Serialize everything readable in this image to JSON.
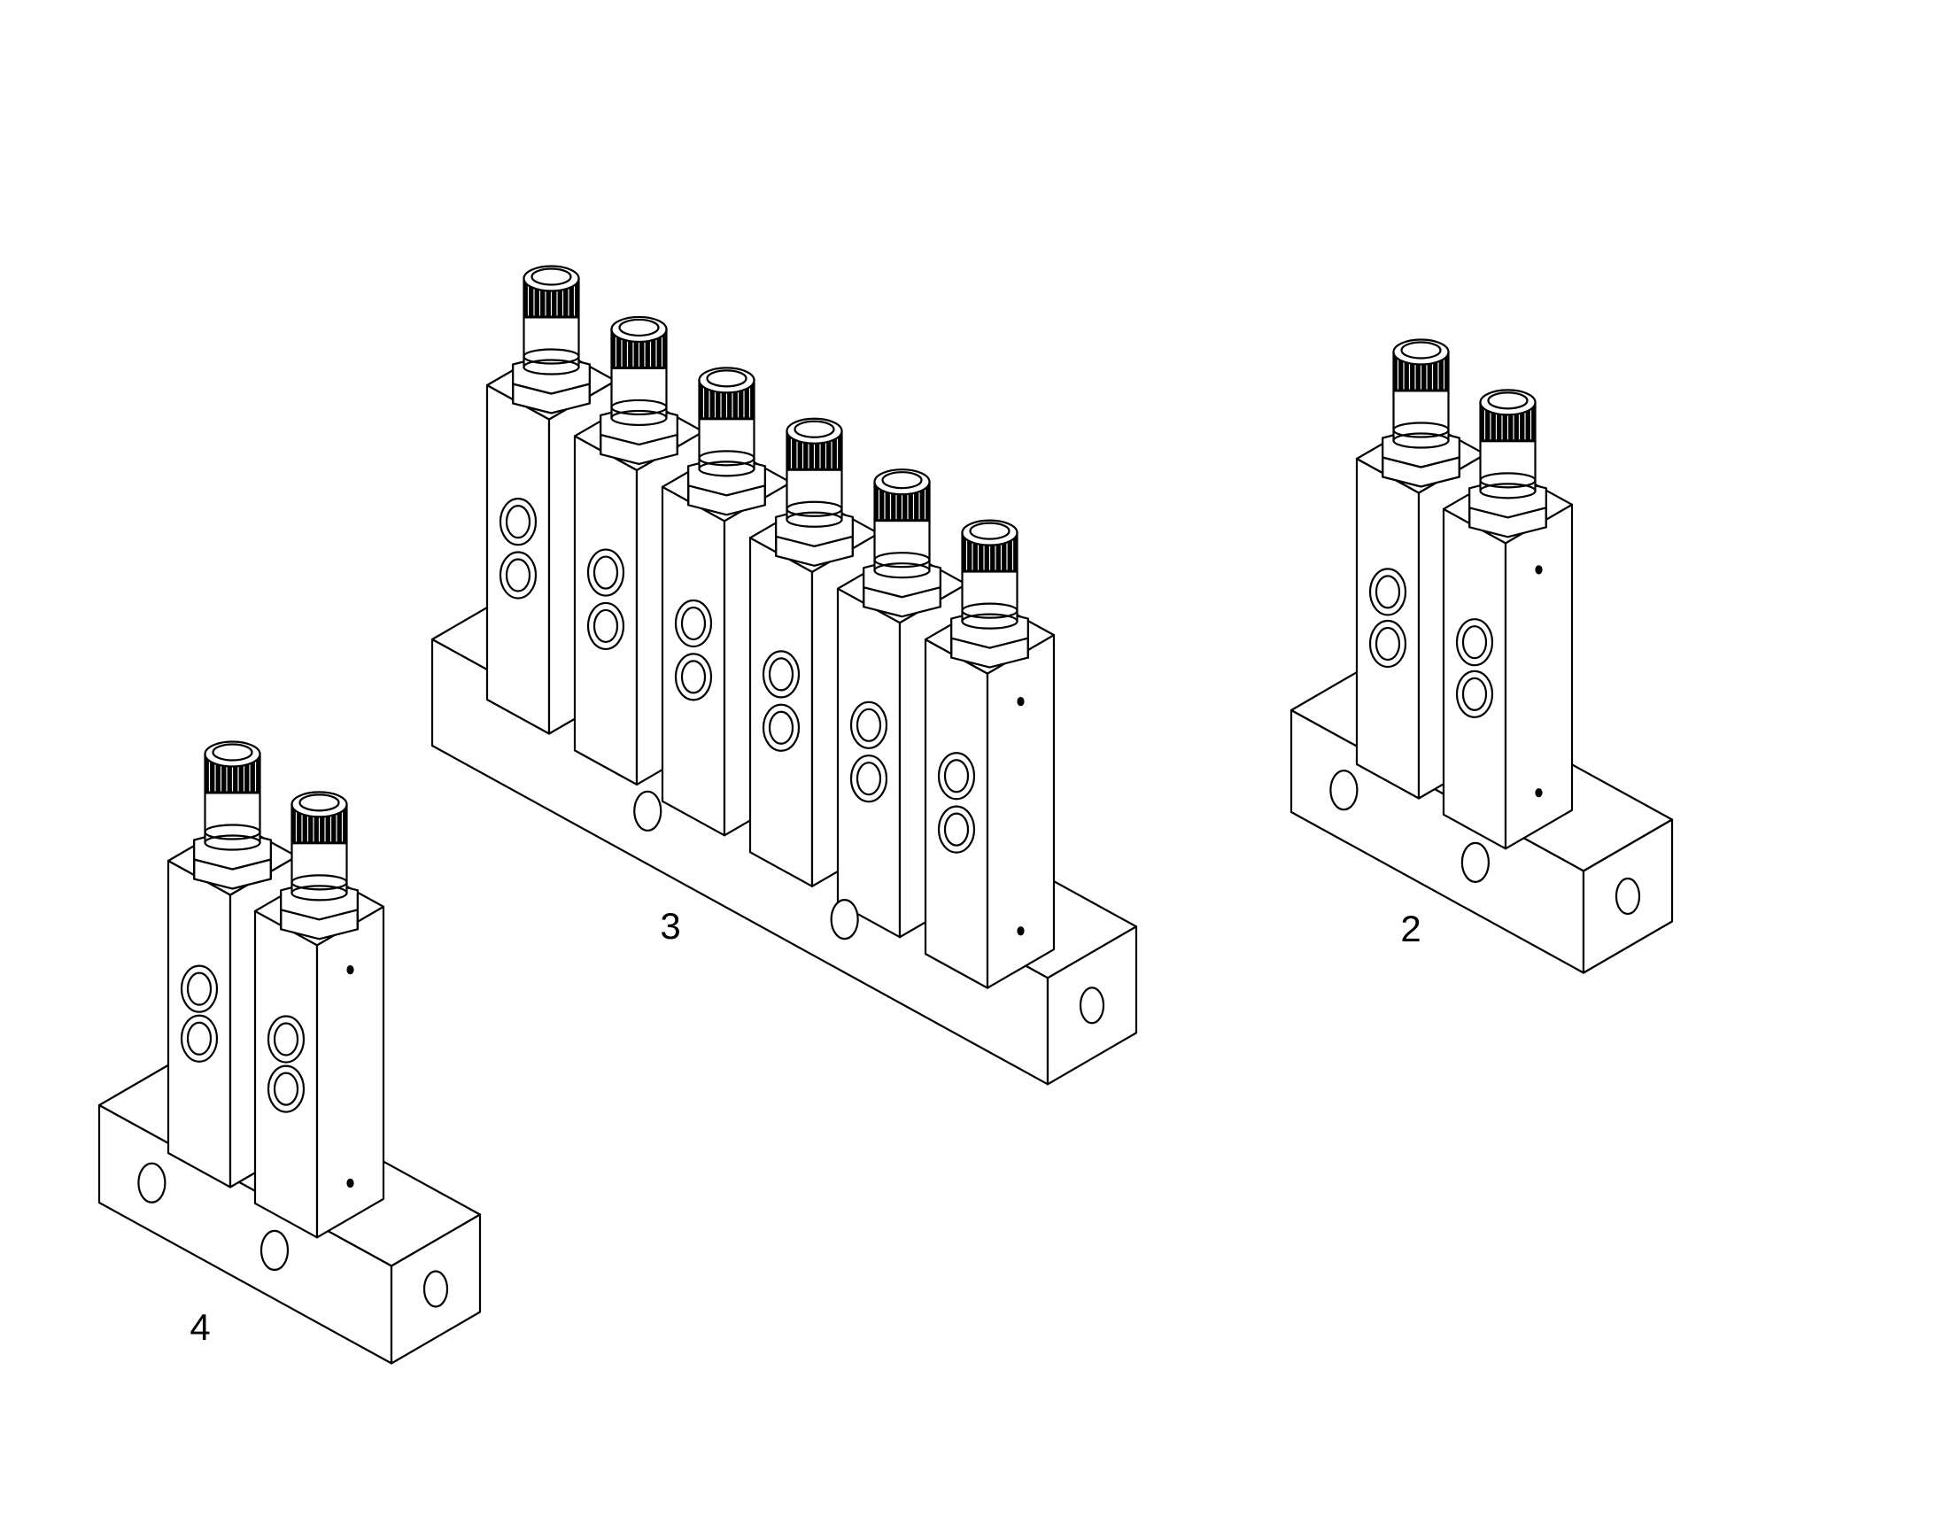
{
  "diagram": {
    "assemblies": [
      {
        "label": "4",
        "valve_count": 2
      },
      {
        "label": "3",
        "valve_count": 6
      },
      {
        "label": "2",
        "valve_count": 2
      }
    ]
  },
  "colors": {
    "line": "#000000",
    "fill": "#ffffff"
  }
}
